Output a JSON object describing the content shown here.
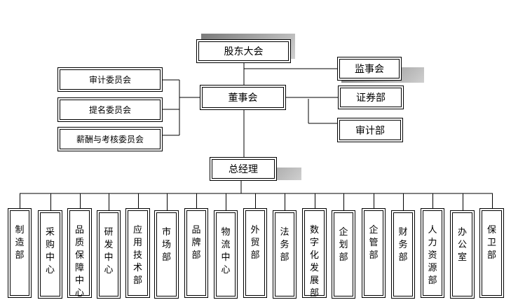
{
  "top": {
    "shareholders": "股东大会",
    "board": "董事会",
    "supervisory": "监事会",
    "securities": "证券部",
    "audit_dept": "审计部",
    "gm": "总经理"
  },
  "committees": [
    "审计委员会",
    "提名委员会",
    "薪酬与考核委员会"
  ],
  "departments": [
    "制造部",
    "采购中心",
    "品质保障中心",
    "研发中心",
    "应用技术部",
    "市场部",
    "品牌部",
    "物流中心",
    "外贸部",
    "法务部",
    "数字化发展部",
    "企划部",
    "企管部",
    "财务部",
    "人力资源部",
    "办公室",
    "保卫部"
  ]
}
